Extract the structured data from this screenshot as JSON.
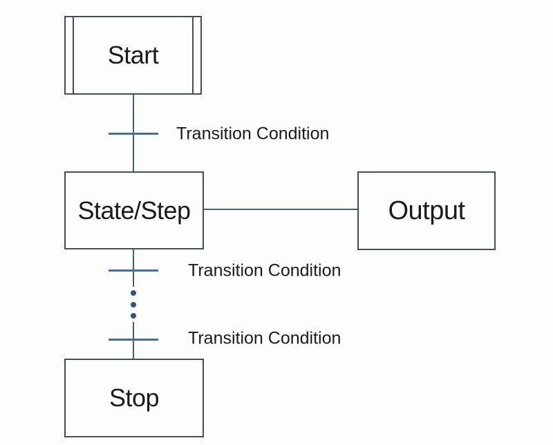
{
  "diagram": {
    "type": "sequential-function-chart",
    "nodes": {
      "start": {
        "label": "Start"
      },
      "state": {
        "label": "State/Step"
      },
      "output": {
        "label": "Output"
      },
      "stop": {
        "label": "Stop"
      }
    },
    "transitions": [
      {
        "label": "Transition Condition"
      },
      {
        "label": "Transition Condition"
      },
      {
        "label": "Transition Condition"
      }
    ],
    "ellipsis_dots": 3,
    "colors": {
      "box_border": "#404e5e",
      "connector": "#3f5d85",
      "tick": "#4e6b8c",
      "dot": "#33517a",
      "text": "#1b1b1b",
      "background": "#fdfdfd"
    }
  }
}
